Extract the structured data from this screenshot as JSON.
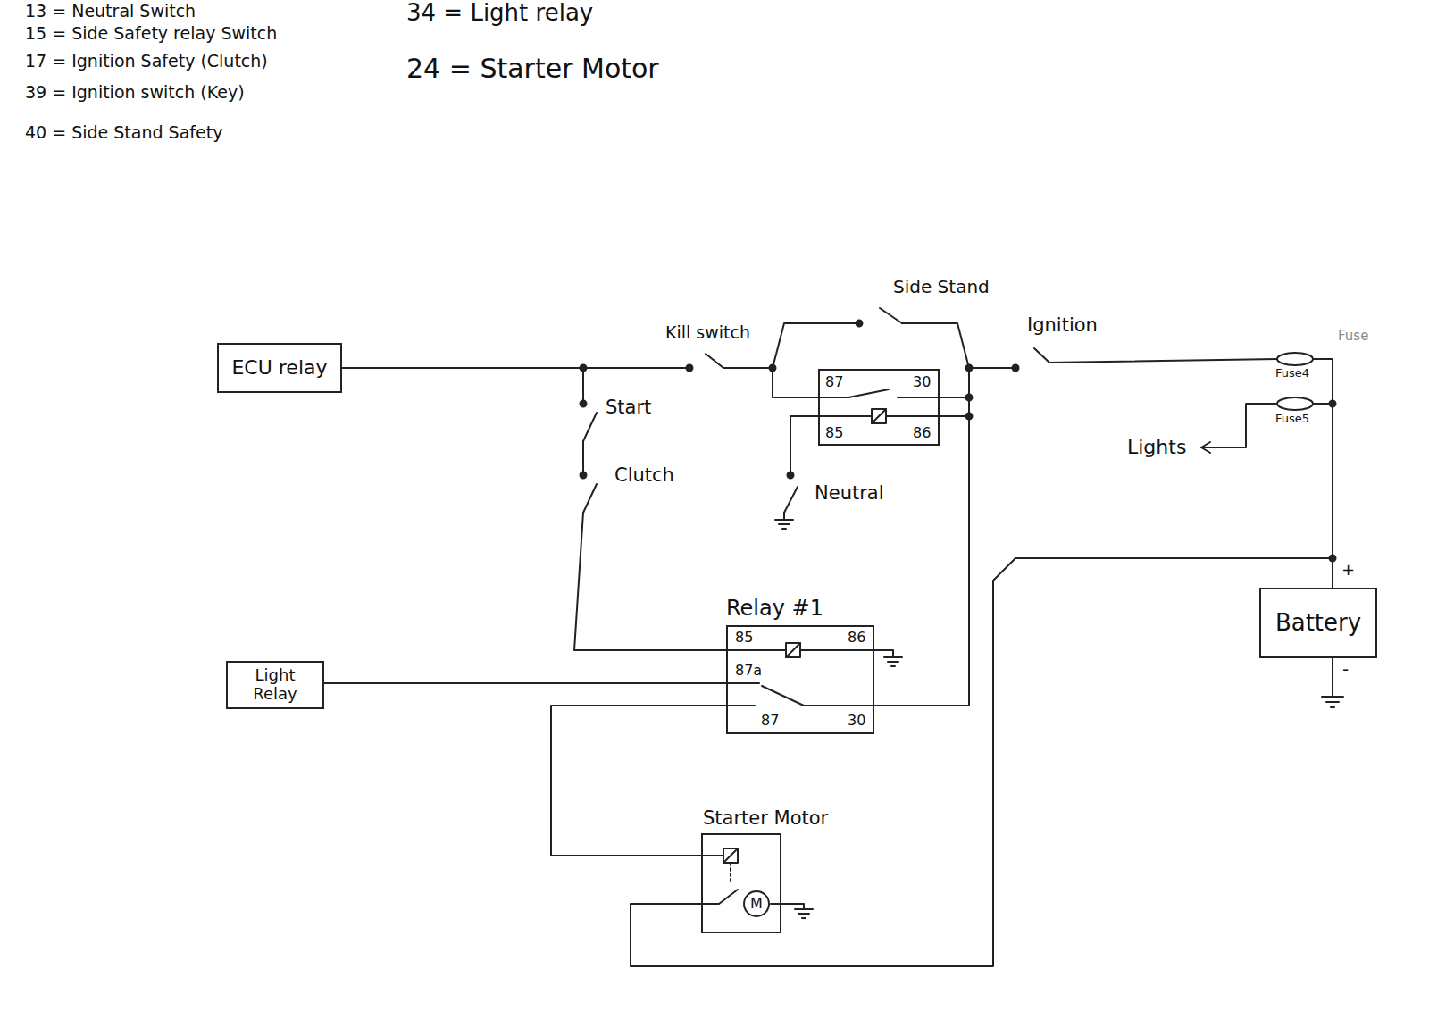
{
  "diagram": {
    "nodes": [
      {
        "text": [
          "ECU relay"
        ]
      },
      {
        "text": [
          "87",
          "30",
          "85",
          "86"
        ]
      },
      {
        "text": [
          "Battery"
        ]
      },
      {
        "text": [
          "Relay #1",
          "85",
          "86",
          "87a",
          "87",
          "30"
        ]
      },
      {
        "text": [
          "Light Relay"
        ]
      },
      {
        "text": [
          "Starter Motor"
        ]
      },
      {
        "text": [
          "M"
        ],
        "in": 5
      }
    ],
    "edges": [
      {
        "from": 4,
        "to": 3,
        "arrow": "none"
      },
      {
        "from": 3,
        "to": 5,
        "arrow": "none"
      },
      {
        "from": 5,
        "to": 2,
        "arrow": "none"
      },
      {
        "from": 3,
        "to": 1,
        "arrow": "none"
      }
    ],
    "labels": [
      "13 = Neutral Switch",
      "15 = Side Safety relay Switch",
      "17 = Ignition Safety (Clutch)",
      "39 = Ignition switch (Key)",
      "40 = Side Stand Safety",
      "34 = Light relay",
      "24 = Starter Motor",
      "Kill switch",
      "Side Stand",
      "Ignition",
      "Fuse",
      "Fuse4",
      "Fuse5",
      "Lights",
      "Start",
      "Clutch",
      "Neutral",
      "+",
      "-"
    ]
  }
}
